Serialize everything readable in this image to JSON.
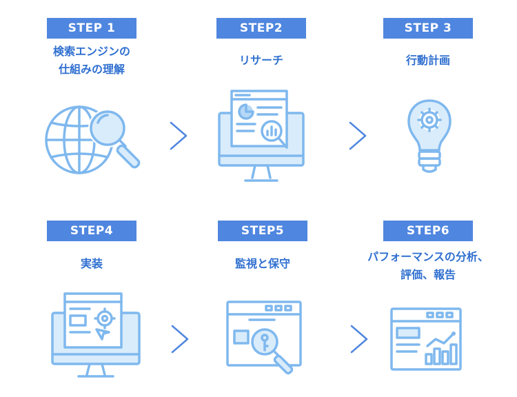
{
  "steps": [
    {
      "badge": "STEP 1",
      "title": "検索エンジンの\n仕組みの理解",
      "icon": "globe-magnifier-icon"
    },
    {
      "badge": "STEP2",
      "title": "リサーチ",
      "icon": "monitor-research-icon"
    },
    {
      "badge": "STEP 3",
      "title": "行動計画",
      "icon": "lightbulb-gear-icon"
    },
    {
      "badge": "STEP4",
      "title": "実装",
      "icon": "monitor-implementation-icon"
    },
    {
      "badge": "STEP5",
      "title": "監視と保守",
      "icon": "browser-key-search-icon"
    },
    {
      "badge": "STEP6",
      "title": "パフォーマンスの分析、\n評価、報告",
      "icon": "browser-analytics-icon"
    }
  ],
  "colors": {
    "badge_bg": "#4f86df",
    "title_text": "#2f6fd0",
    "icon_stroke": "#7fb8ee",
    "icon_fill": "#d9ecfb",
    "arrow": "#4f86df"
  }
}
